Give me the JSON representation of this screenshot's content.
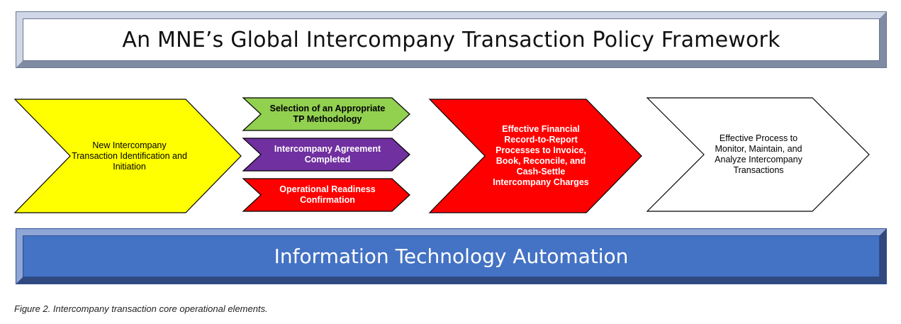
{
  "title": "An MNE’s Global Intercompany Transaction Policy Framework",
  "steps": {
    "step1": {
      "label": "New Intercompany Transaction Identification and Initiation",
      "color": "#ffff00"
    },
    "step2a": {
      "label": "Selection of an Appropriate TP Methodology",
      "color": "#92d050"
    },
    "step2b": {
      "label": "Intercompany Agreement Completed",
      "color": "#7030a0"
    },
    "step2c": {
      "label": "Operational Readiness Confirmation",
      "color": "#ff0000"
    },
    "step3": {
      "label": "Effective Financial Record-to-Report Processes to Invoice, Book, Reconcile, and Cash-Settle Intercompany Charges",
      "color": "#ff0000"
    },
    "step4": {
      "label": "Effective Process to Monitor, Maintain, and Analyze Intercompany Transactions",
      "color": "#ffffff"
    }
  },
  "foundation": {
    "label": "Information Technology Automation",
    "color": "#4472c4"
  },
  "caption": "Figure 2. Intercompany transaction core operational elements."
}
